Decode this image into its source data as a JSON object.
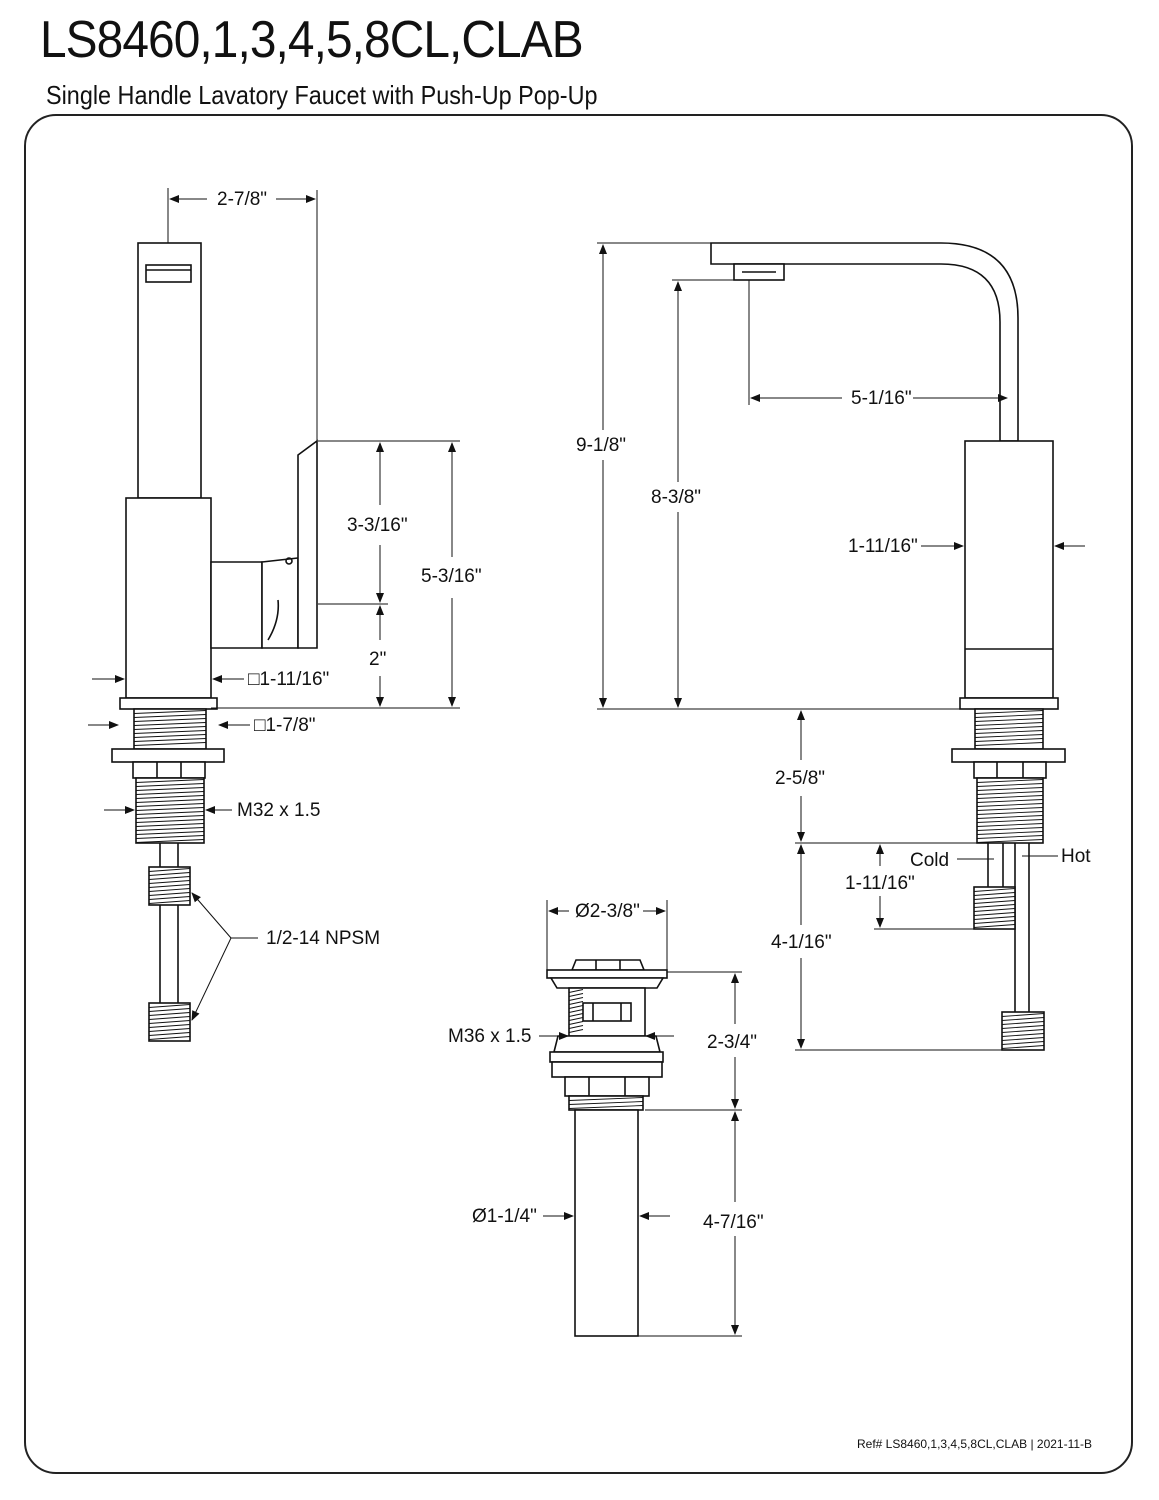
{
  "header": {
    "title": "LS8460,1,3,4,5,8CL,CLAB",
    "subtitle": "Single Handle Lavatory Faucet with Push-Up Pop-Up"
  },
  "side_view": {
    "spout_width": "2-7/8\"",
    "handle_height": "3-3/16\"",
    "handle_base_height": "2\"",
    "handle_total_height": "5-3/16\"",
    "body_square": "□1-11/16\"",
    "base_square": "□1-7/8\"",
    "shank_thread": "M32 x 1.5",
    "supply_thread": "1/2-14 NPSM"
  },
  "front_view": {
    "overall_height": "9-1/8\"",
    "spout_height": "8-3/8\"",
    "spout_reach": "5-1/16\"",
    "body_width": "1-11/16\"",
    "shank_length": "2-5/8\"",
    "cold_label": "Cold",
    "hot_label": "Hot",
    "cold_offset": "1-11/16\"",
    "hose_length": "4-1/16\""
  },
  "drain_view": {
    "flange_diameter": "Ø2-3/8\"",
    "drain_thread": "M36 x 1.5",
    "body_height": "2-3/4\"",
    "tail_diameter": "Ø1-1/4\"",
    "tail_length": "4-7/16\""
  },
  "footer": {
    "reference": "Ref# LS8460,1,3,4,5,8CL,CLAB | 2021-11-B"
  }
}
